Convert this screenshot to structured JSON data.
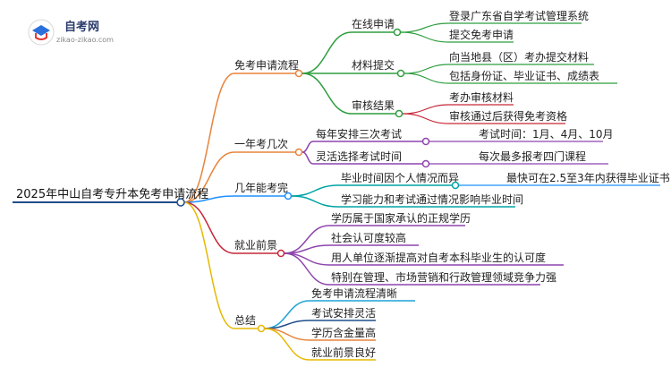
{
  "logo": {
    "name": "自考网",
    "url_text": "zikao-zikao.com"
  },
  "root": "2025年中山自考专升本免考申请流程",
  "branches": [
    {
      "label": "免考申请流程",
      "children": [
        {
          "label": "在线申请",
          "children": [
            "登录广东省自学考试管理系统",
            "提交免考申请"
          ]
        },
        {
          "label": "材料提交",
          "children": [
            "向当地县（区）考办提交材料",
            "包括身份证、毕业证书、成绩表"
          ]
        },
        {
          "label": "审核结果",
          "children": [
            "考办审核材料",
            "审核通过后获得免考资格"
          ]
        }
      ]
    },
    {
      "label": "一年考几次",
      "children": [
        {
          "label": "每年安排三次考试",
          "children": [
            "考试时间：1月、4月、10月"
          ]
        },
        {
          "label": "灵活选择考试时间",
          "children": [
            "每次最多报考四门课程"
          ]
        }
      ]
    },
    {
      "label": "几年能考完",
      "children": [
        {
          "label": "毕业时间因个人情况而异",
          "children": [
            "最快可在2.5至3年内获得毕业证书"
          ]
        },
        {
          "label": "学习能力和考试通过情况影响毕业时间",
          "children": []
        }
      ]
    },
    {
      "label": "就业前景",
      "children": [
        {
          "label": "学历属于国家承认的正规学历",
          "children": []
        },
        {
          "label": "社会认可度较高",
          "children": []
        },
        {
          "label": "用人单位逐渐提高对自考本科毕业生的认可度",
          "children": []
        },
        {
          "label": "特别在管理、市场营销和行政管理领域竞争力强",
          "children": []
        }
      ]
    },
    {
      "label": "总结",
      "children": [
        {
          "label": "免考申请流程清晰",
          "children": []
        },
        {
          "label": "考试安排灵活",
          "children": []
        },
        {
          "label": "学历含金量高",
          "children": []
        },
        {
          "label": "就业前景良好",
          "children": []
        }
      ]
    }
  ],
  "colors": {
    "root_line": "#1f4e8c",
    "branch1": "#e8833a",
    "branch1_sub": "#2e9e3e",
    "branch1_leaf": "#c62838",
    "branch2": "#e8833a",
    "branch2_sub": "#8e44ad",
    "branch3": "#1e90ff",
    "branch3_sub": "#00a3a3",
    "branch4": "#c62838",
    "branch4_sub": "#8e44ad",
    "branch5": "#e6b800",
    "branch5_sub": "#1fa3d6"
  }
}
